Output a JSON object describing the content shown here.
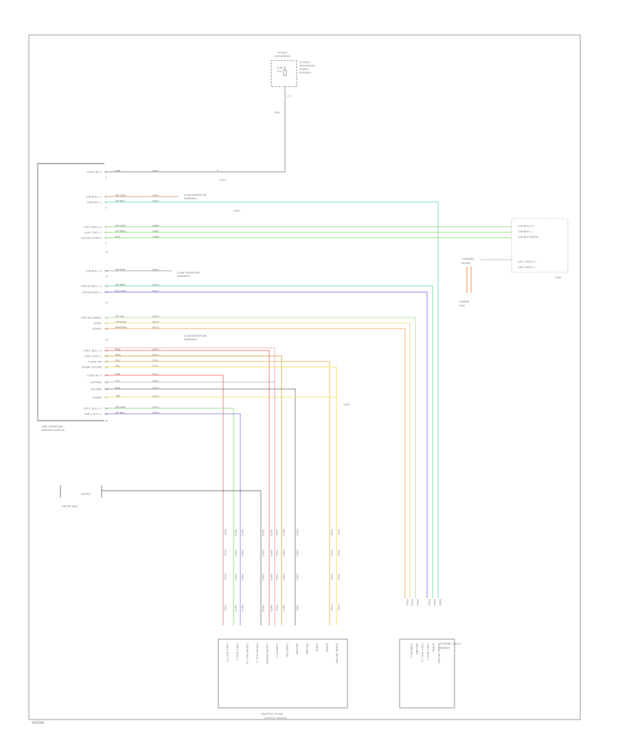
{
  "diagram_id": "W4256D",
  "top_fuse": {
    "box_label": [
      "TOTALLY",
      "INTEGRATED",
      "POWER MODULE"
    ],
    "fuse_label": [
      "FUSE",
      "15A"
    ],
    "desc": [
      "(TOTALLY",
      "INTEGRATED",
      "POWER",
      "MODULE)"
    ],
    "pin": "C3",
    "wire": "PNK"
  },
  "ground_labels": {
    "g1": "G200",
    "g2": "G202"
  },
  "module_label": [
    "LANE DEPARTURE",
    "WARNING MODULE"
  ],
  "right_connector": {
    "label": "C200",
    "pins": [
      "CAN BUS (+)",
      "CAN BUS (-)",
      "CAN BUS SHIELD",
      "CAN C BUS (+)",
      "CAN C BUS (-)"
    ]
  },
  "right_device": [
    "FORWARD",
    "FACING",
    "CAMERA"
  ],
  "connector_tag": "C200",
  "switch": {
    "label": "SWITCH",
    "device": "DRIVER SEAT"
  },
  "bottom_left_module": {
    "title": [
      "ADAPTIVE CRUISE",
      "CONTROL MODULE"
    ],
    "pins": [
      "CAN C BUS (+)",
      "CAN C BUS (-)",
      "CAN IHS BUS (+)",
      "CAN IHS BUS (-)",
      "CAN IHS ENABLE",
      "FUSED B(+)",
      "FUSED IGN",
      "GROUND",
      "GROUND",
      "SENSE",
      "SIGNAL",
      "SIGNAL RETURN"
    ]
  },
  "bottom_right_module": {
    "title": [
      "STEERING ANGLE",
      "SENSOR"
    ],
    "pins": [
      "FUSED B(+)",
      "GROUND",
      "CAN C BUS (+)",
      "CAN C BUS (-)",
      "SIGNAL",
      "SIGNAL RETURN"
    ]
  },
  "left_pins": [
    {
      "num": "1",
      "name": "FUSED B(+)",
      "wire": "PNK",
      "code": "A101"
    },
    {
      "num": "2",
      "name": "",
      "wire": "",
      "code": ""
    },
    {
      "num": "3",
      "name": "CAN BUS (+)",
      "wire": "WT/ORG",
      "code": "D401"
    },
    {
      "num": "4",
      "name": "CAN BUS (-)",
      "wire": "WT/BLK",
      "code": "D402"
    },
    {
      "num": "5",
      "name": "",
      "wire": "",
      "code": ""
    },
    {
      "num": "6",
      "name": "CAN C BUS (+)",
      "wire": "WT/GRN",
      "code": "D464"
    },
    {
      "num": "7",
      "name": "CAN C BUS (-)",
      "wire": "WT/BRN",
      "code": "D465"
    },
    {
      "num": "8",
      "name": "CAN BUS SHIELD",
      "wire": "BLK",
      "code": "D466"
    },
    {
      "num": "9",
      "name": "",
      "wire": "",
      "code": ""
    },
    {
      "num": "10",
      "name": "",
      "wire": "",
      "code": ""
    },
    {
      "num": "11",
      "name": "CAN BUS (+)",
      "wire": "WT/PNK",
      "code": "D403"
    },
    {
      "num": "12",
      "name": "",
      "wire": "",
      "code": ""
    },
    {
      "num": "13",
      "name": "CAN IHS BUS (+)",
      "wire": "WT/BRN",
      "code": "D510"
    },
    {
      "num": "14",
      "name": "CAN IHS BUS (-)",
      "wire": "BLU/ORG",
      "code": "D511"
    },
    {
      "num": "15",
      "name": "",
      "wire": "",
      "code": ""
    },
    {
      "num": "16",
      "name": "CAN IHS ENABLE",
      "wire": "WT/YEL",
      "code": "D513"
    },
    {
      "num": "17",
      "name": "SENSE",
      "wire": "ORG/BLK",
      "code": "D514"
    },
    {
      "num": "18",
      "name": "SIGNAL",
      "wire": "BRN/ORG",
      "code": "D515"
    },
    {
      "num": "19",
      "name": "",
      "wire": "",
      "code": ""
    },
    {
      "num": "20",
      "name": "CAN C BUS (+)",
      "wire": "RED",
      "code": "D470"
    },
    {
      "num": "21",
      "name": "CAN C BUS (-)",
      "wire": "BRN",
      "code": "D471"
    },
    {
      "num": "22",
      "name": "FUSED IGN",
      "wire": "YEL",
      "code": "F910"
    },
    {
      "num": "23",
      "name": "SIGNAL RETURN",
      "wire": "BLU",
      "code": "F911"
    },
    {
      "num": "24",
      "name": "FUSED B(+)",
      "wire": "PNK",
      "code": "F912"
    },
    {
      "num": "25",
      "name": "GROUND",
      "wire": "VIO",
      "code": "Z910"
    },
    {
      "num": "26",
      "name": "GROUND",
      "wire": "BLK",
      "code": "Z911"
    },
    {
      "num": "27",
      "name": "SIGNAL",
      "wire": "TAN",
      "code": "G910"
    },
    {
      "num": "28",
      "name": "CAN C BUS (+)",
      "wire": "WT/GRN",
      "code": "D472"
    },
    {
      "num": "29",
      "name": "CAN C BUS (-)",
      "wire": "WT/BLU",
      "code": "D473"
    },
    {
      "num": "30",
      "name": "",
      "wire": "",
      "code": ""
    }
  ]
}
